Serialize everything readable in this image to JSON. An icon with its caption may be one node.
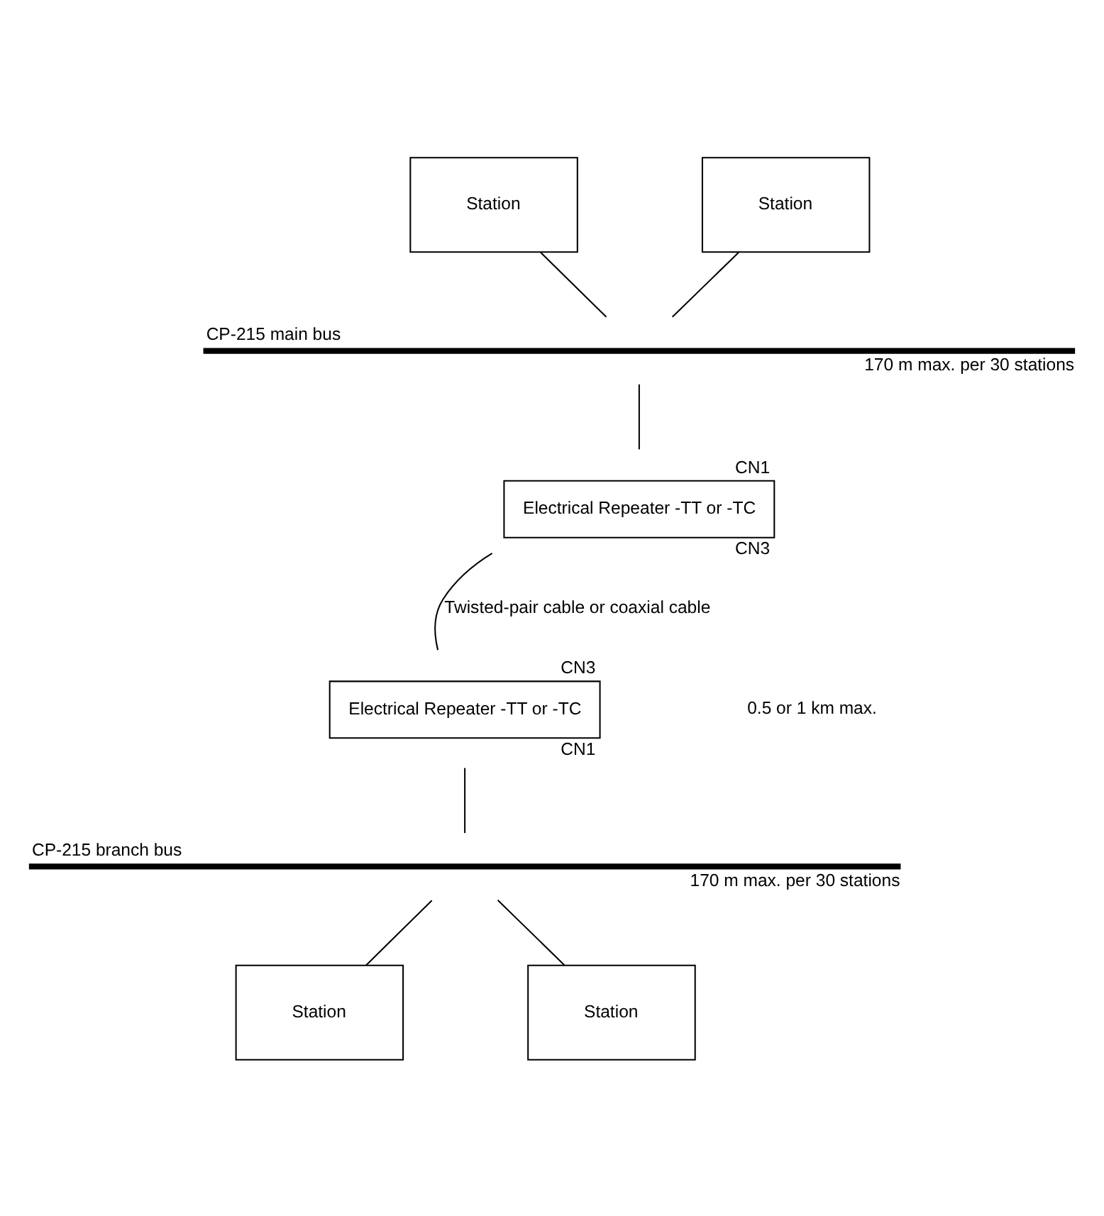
{
  "diagram": {
    "nodes": [
      {
        "text": [
          "Station"
        ]
      },
      {
        "text": [
          "Station"
        ]
      },
      {
        "text": [
          "CP-215 main bus"
        ],
        "beside": [
          "170 m max. per 30 stations"
        ]
      },
      {
        "text": [
          "Electrical Repeater -TT or -TC"
        ],
        "beside": [
          "CN1",
          "CN3"
        ]
      },
      {
        "text": [
          "Electrical Repeater -TT or -TC"
        ],
        "beside": [
          "CN3",
          "CN1"
        ]
      },
      {
        "text": [
          "CP-215 branch bus"
        ],
        "beside": [
          "170 m max. per 30 stations"
        ]
      },
      {
        "text": [
          "Station"
        ]
      },
      {
        "text": [
          "Station"
        ]
      }
    ],
    "edges": [
      {
        "from": 0,
        "to": 2,
        "arrow": "none"
      },
      {
        "from": 1,
        "to": 2,
        "arrow": "none"
      },
      {
        "from": 2,
        "to": 3,
        "arrow": "none"
      },
      {
        "from": 3,
        "to": 4,
        "arrow": "none",
        "label": "Twisted-pair cable or coaxial cable"
      },
      {
        "from": 4,
        "to": 5,
        "arrow": "none"
      },
      {
        "from": 5,
        "to": 6,
        "arrow": "none"
      },
      {
        "from": 5,
        "to": 7,
        "arrow": "none"
      }
    ],
    "labels": [
      "0.5 or 1 km max."
    ]
  }
}
